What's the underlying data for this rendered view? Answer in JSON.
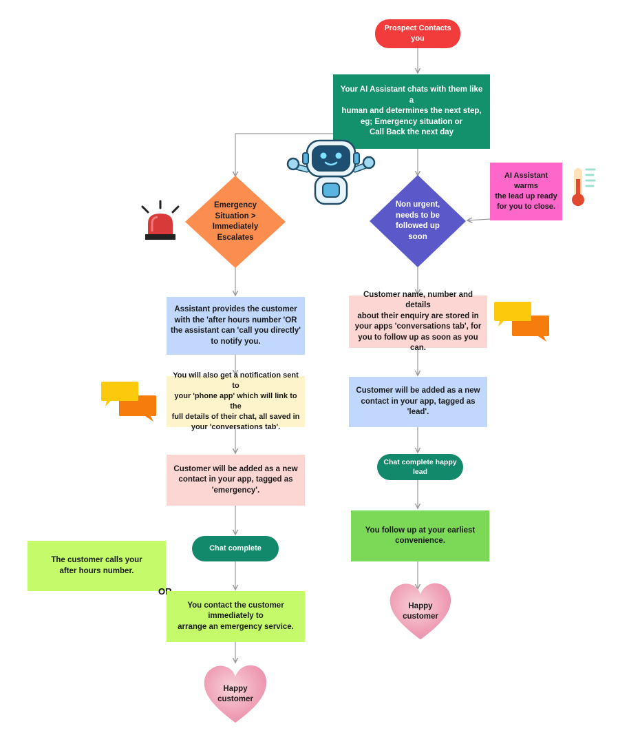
{
  "colors": {
    "start": "#f23b3b",
    "ai_box": "#13906c",
    "emergency_diamond": "#fb8d4f",
    "nonurgent_diamond": "#5b59c9",
    "blue_box": "#c1d7fb",
    "yellow_box": "#fef4cb",
    "pink_box": "#fcd6d2",
    "green_pill": "#11896a",
    "lime_box": "#c5fb6a",
    "green_box": "#7bd957",
    "magenta_box": "#fc67c9",
    "connector": "#9a9a9a"
  },
  "start": {
    "label": "Prospect Contacts\nyou"
  },
  "ai_assistant": {
    "label": "Your AI Assistant chats with them like a\nhuman and determines the next step,\neg; Emergency situation or\nCall Back the next day"
  },
  "warm_lead": {
    "label": "AI Assistant warms\nthe lead up ready\nfor you to close."
  },
  "emergency": {
    "decision": "Emergency\nSituation >\nImmediately\nEscalates",
    "provide_number": "Assistant provides the customer\nwith the 'after hours number 'OR\nthe assistant can 'call you directly'\nto notify you.",
    "notification": "You will also get a notification sent to\nyour 'phone app' which will link to the\nfull details of their chat, all saved in\nyour 'conversations tab'.",
    "tagged": "Customer will be added as a new\ncontact in your app, tagged as\n'emergency'.",
    "chat_complete": "Chat complete",
    "customer_calls": "The customer calls your\nafter hours number.",
    "or_label": "OR",
    "you_contact": "You contact the customer\nimmediately to\narrange an emergency service.",
    "happy": "Happy\ncustomer"
  },
  "non_urgent": {
    "decision": "Non urgent,\nneeds to be\nfollowed up\nsoon",
    "stored": "Customer name, number and details\nabout their enquiry are stored in\nyour apps 'conversations tab', for\nyou to follow up as soon as you can.",
    "tagged": "Customer will be added as a new\ncontact in your app, tagged as\n'lead'.",
    "chat_complete": "Chat complete happy\nlead",
    "follow_up": "You follow up at your earliest\nconvenience.",
    "happy": "Happy\ncustomer"
  },
  "icons": [
    "robot-icon",
    "siren-icon",
    "thermometer-icon",
    "chat-bubbles-icon",
    "heart-icon"
  ]
}
